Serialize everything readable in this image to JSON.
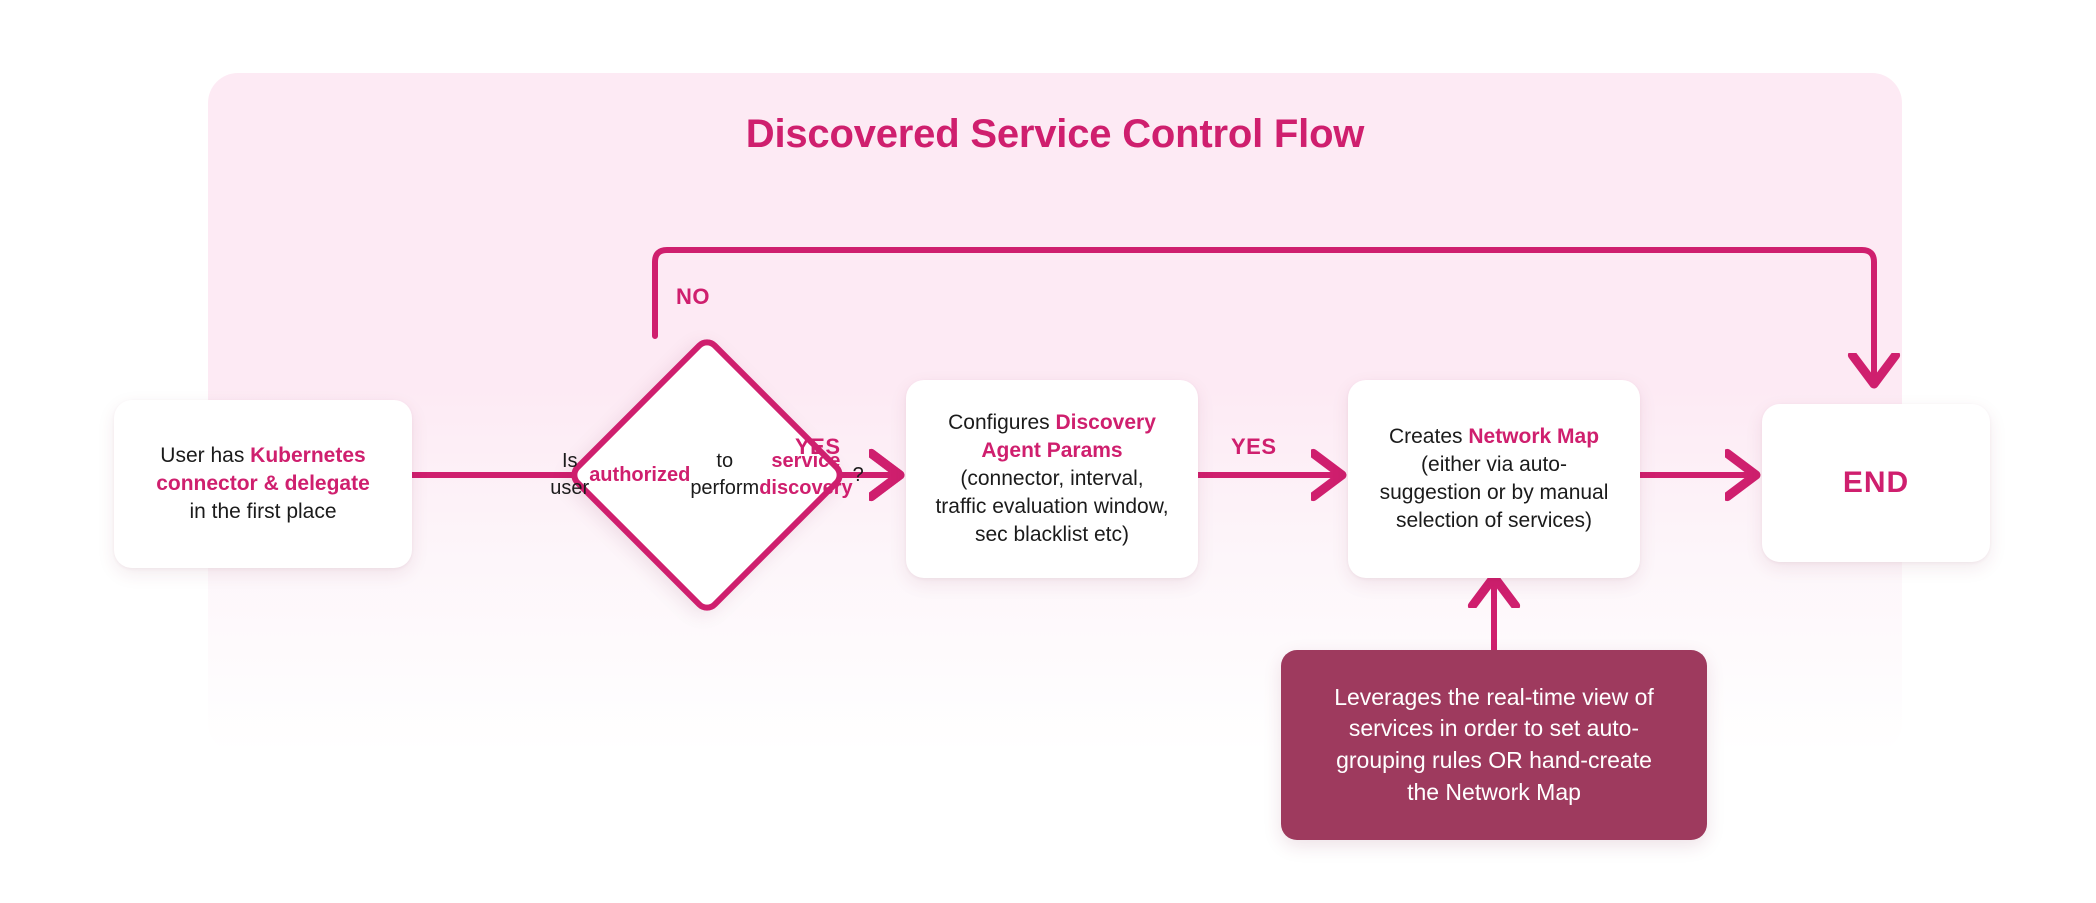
{
  "title": "Discovered Service Control Flow",
  "theme": {
    "accent": "#cf1f6e",
    "panel_bg": "#fdeaf4",
    "callout_bg": "#9e3a5e",
    "node_bg": "#ffffff",
    "text": "#1b1b1b",
    "callout_text": "#ffffff"
  },
  "nodes": {
    "start": {
      "name": "start-node",
      "lines": [
        {
          "parts": [
            {
              "t": "User has ",
              "hl": false
            },
            {
              "t": "Kubernetes",
              "hl": true
            }
          ]
        },
        {
          "parts": [
            {
              "t": "connector & delegate",
              "hl": true
            }
          ]
        },
        {
          "parts": [
            {
              "t": "in the first place",
              "hl": false
            }
          ]
        }
      ]
    },
    "decision": {
      "name": "decision-node",
      "lines": [
        {
          "parts": [
            {
              "t": "Is user",
              "hl": false
            }
          ]
        },
        {
          "parts": [
            {
              "t": "authorized",
              "hl": true
            }
          ]
        },
        {
          "parts": [
            {
              "t": "to perform",
              "hl": false
            }
          ]
        },
        {
          "parts": [
            {
              "t": "service discovery",
              "hl": true
            },
            {
              "t": "?",
              "hl": false
            }
          ]
        }
      ]
    },
    "params": {
      "name": "configure-params-node",
      "lines": [
        {
          "parts": [
            {
              "t": "Configures ",
              "hl": false
            },
            {
              "t": "Discovery",
              "hl": true
            }
          ]
        },
        {
          "parts": [
            {
              "t": "Agent Params",
              "hl": true
            }
          ]
        },
        {
          "parts": [
            {
              "t": "(connector, interval,",
              "hl": false
            }
          ]
        },
        {
          "parts": [
            {
              "t": "traffic evaluation window,",
              "hl": false
            }
          ]
        },
        {
          "parts": [
            {
              "t": "sec blacklist etc)",
              "hl": false
            }
          ]
        }
      ]
    },
    "netmap": {
      "name": "create-network-map-node",
      "lines": [
        {
          "parts": [
            {
              "t": "Creates ",
              "hl": false
            },
            {
              "t": "Network Map",
              "hl": true
            }
          ]
        },
        {
          "parts": [
            {
              "t": "(either via auto-",
              "hl": false
            }
          ]
        },
        {
          "parts": [
            {
              "t": "suggestion or by manual",
              "hl": false
            }
          ]
        },
        {
          "parts": [
            {
              "t": "selection of services)",
              "hl": false
            }
          ]
        }
      ]
    },
    "end": {
      "name": "end-node",
      "label": "END"
    },
    "callout": {
      "name": "callout-note",
      "lines": [
        "Leverages the real-time view of",
        "services in order to set auto-",
        "grouping rules OR hand-create",
        "the Network Map"
      ]
    }
  },
  "edges": [
    {
      "name": "edge-start-to-decision",
      "label": ""
    },
    {
      "name": "edge-decision-no-to-end",
      "label": "NO"
    },
    {
      "name": "edge-decision-yes-to-params",
      "label": "YES"
    },
    {
      "name": "edge-params-to-netmap",
      "label": "YES"
    },
    {
      "name": "edge-netmap-to-end",
      "label": ""
    },
    {
      "name": "edge-callout-to-netmap",
      "label": ""
    }
  ],
  "labels": {
    "no": "NO",
    "yes_1": "YES",
    "yes_2": "YES"
  }
}
